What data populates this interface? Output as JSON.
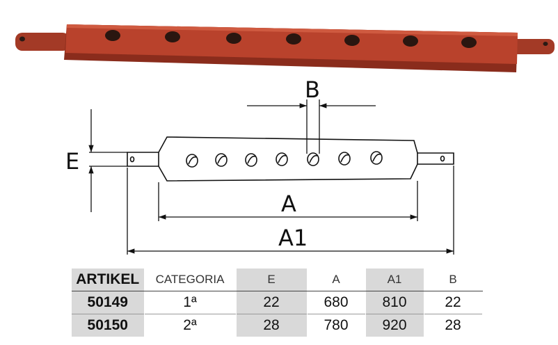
{
  "photo": {
    "bar_color": "#b9422c",
    "bar_shadow": "#8a2c1c",
    "hole_count": 7
  },
  "drawing": {
    "labels": {
      "e": "E",
      "b": "B",
      "a": "A",
      "a1": "A1"
    }
  },
  "table": {
    "headers": [
      "ARTIKEL",
      "CATEGORIA",
      "E",
      "A",
      "A1",
      "B"
    ],
    "rows": [
      [
        "50149",
        "1ª",
        "22",
        "680",
        "810",
        "22"
      ],
      [
        "50150",
        "2ª",
        "28",
        "780",
        "920",
        "28"
      ]
    ]
  }
}
